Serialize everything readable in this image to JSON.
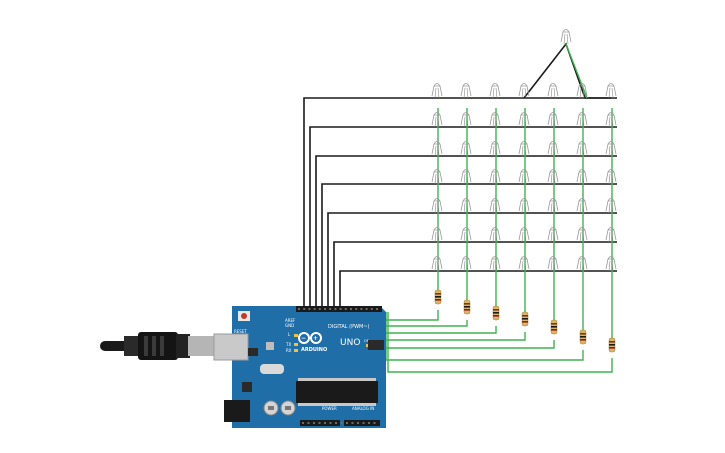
{
  "board": {
    "brand": "ARDUINO",
    "model": "UNO",
    "digital_label": "DIGITAL (PWM~)",
    "power_label": "POWER",
    "analog_label": "ANALOG IN",
    "reset_label": "RESET",
    "aref_label": "AREF",
    "gnd_label": "GND",
    "tx_label": "TX",
    "rx_label": "RX",
    "l_label": "L",
    "on_label": "ON",
    "board_color": "#1f6ea8"
  },
  "circuit": {
    "led_matrix": {
      "rows": 7,
      "columns": 7
    },
    "resistor_count": 7,
    "wire_colors": {
      "row_wires": "#1a1a1a",
      "column_wires": "#3fb34f"
    }
  }
}
